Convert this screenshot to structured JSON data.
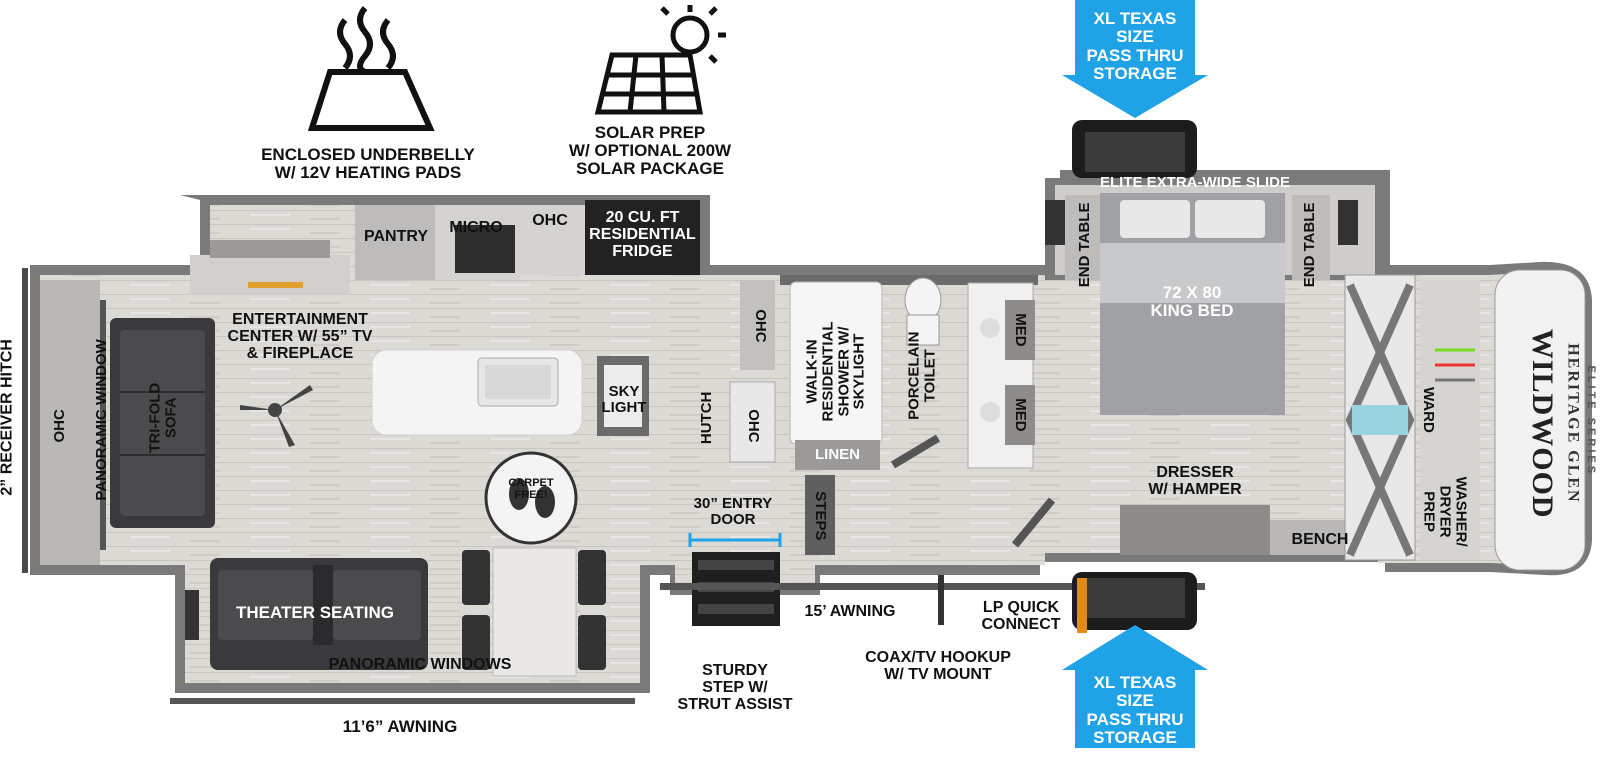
{
  "colors": {
    "floor": "#d9d7d2",
    "wall": "#6b6b6b",
    "outline": "#4a4a4a",
    "callout_blue": "#1fa3e6",
    "furniture_dark": "#3b3b3d",
    "bed_gray": "#a9abae",
    "fridge": "#222222"
  },
  "feature_icons": {
    "heating": {
      "icon": "heating-pad-icon",
      "label": "ENCLOSED UNDERBELLY\nW/ 12V HEATING PADS"
    },
    "solar": {
      "icon": "solar-panel-icon",
      "label": "SOLAR PREP\nW/ OPTIONAL 200W\nSOLAR PACKAGE"
    }
  },
  "callouts": {
    "top_storage": "XL TEXAS SIZE\nPASS THRU\nSTORAGE",
    "bottom_storage": "XL TEXAS SIZE\nPASS THRU\nSTORAGE"
  },
  "labels": {
    "receiver_hitch": "2” RECEIVER HITCH",
    "ohc_front": "OHC",
    "panoramic_window": "PANORAMIC WINDOW",
    "sofa": "TRI-FOLD\nSOFA",
    "entertainment": "ENTERTAINMENT\nCENTER W/ 55” TV\n& FIREPLACE",
    "pantry": "PANTRY",
    "micro": "MICRO",
    "ohc_kitchen": "OHC",
    "fridge": "20 CU. FT\nRESIDENTIAL\nFRIDGE",
    "skylight": "SKY\nLIGHT",
    "carpet_free": "CARPET FREE!",
    "hutch": "HUTCH",
    "ohc_hutch": "OHC",
    "ohc_hutch_top": "OHC",
    "entry_door": "30” ENTRY\nDOOR",
    "theater_seating": "THEATER SEATING",
    "panoramic_windows": "PANORAMIC WINDOWS",
    "awning_front": "11’6” AWNING",
    "sturdy_step": "STURDY\nSTEP W/\nSTRUT ASSIST",
    "awning_rear": "15’ AWNING",
    "coax": "COAX/TV HOOKUP\nW/ TV MOUNT",
    "lp": "LP QUICK\nCONNECT",
    "shower": "WALK-IN\nRESIDENTIAL\nSHOWER W/\nSKYLIGHT",
    "linen": "LINEN",
    "steps": "STEPS",
    "toilet": "PORCELAIN\nTOILET",
    "med1": "MED",
    "med2": "MED",
    "slide": "ELITE EXTRA-WIDE SLIDE",
    "end_table_left": "END TABLE",
    "end_table_right": "END TABLE",
    "bed": "72 X 80\nKING BED",
    "dresser": "DRESSER\nW/ HAMPER",
    "bench": "BENCH",
    "ward": "WARD",
    "washer": "WASHER/\nDRYER\nPREP"
  },
  "logo": {
    "brand": "WILDWOOD",
    "line2": "HERITAGE GLEN",
    "line3": "ELITE SERIES"
  }
}
